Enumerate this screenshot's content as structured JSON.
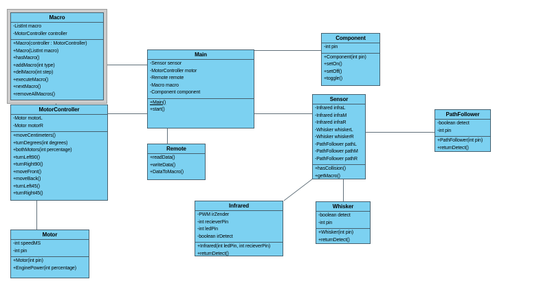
{
  "diagram_type": "uml-class-diagram",
  "colors": {
    "class_fill": "#7CD1F1",
    "class_border": "#46606E",
    "selection_frame_fill": "#CDCDCD",
    "connector": "#61707A"
  },
  "classes": {
    "macro": {
      "title": "Macro",
      "fields": [
        "-ListInt macro",
        "-MotorController controller"
      ],
      "methods": [
        "+Macro(controller : MotorController)",
        "+Macro(ListInt macro)",
        "+hasMacro()",
        "+addMacro(int type)",
        "+delMacro(int step)",
        "+executeMacro()",
        "+nextMacro()",
        "+removeAllMacros()"
      ],
      "selected": true
    },
    "motorController": {
      "title": "MotorController",
      "fields": [
        "-Motor motorL",
        "-Motor motorR"
      ],
      "methods": [
        "+moveCentimeters()",
        "+turnDegrees(int degrees)",
        "+bothMotors(int percentage)",
        "+turnLeft90()",
        "+turnRight90()",
        "+moveFront()",
        "+moveBack()",
        "+turnLeft45()",
        "+turnRight45()"
      ]
    },
    "motor": {
      "title": "Motor",
      "fields": [
        "-int speedMS",
        "-int pin"
      ],
      "methods": [
        "+Motor(int pin)",
        "+EnginePower(int percentage)"
      ]
    },
    "main": {
      "title": "Main",
      "fields": [
        "-Sensor sensor",
        "-MotorController motor",
        "-Remote remote",
        "-Macro macro",
        "-Component component"
      ],
      "methods": [
        "+Main()",
        "+start()"
      ]
    },
    "remote": {
      "title": "Remote",
      "methods": [
        "+readData()",
        "+writeData()",
        "+DataToMacro()"
      ]
    },
    "component": {
      "title": "Component",
      "fields": [
        "-int pin"
      ],
      "methods": [
        "+Component(int pin)",
        "+setOn()",
        "+setOff()",
        "+toggle()"
      ]
    },
    "sensor": {
      "title": "Sensor",
      "fields": [
        "-Infrared infraL",
        "-Infrared infraM",
        "-Infrared infraR",
        "-Whisker whiskerL",
        "-Whisker whiskerR",
        "-PathFollower pathL",
        "-PathFollower pathM",
        "-PathFollower pathR"
      ],
      "methods": [
        "+hasCollision()",
        "+getMacro()"
      ]
    },
    "pathFollower": {
      "title": "PathFollower",
      "fields": [
        "-boolean detect",
        "-int pin"
      ],
      "methods": [
        "+PathFollower(int pin)",
        "+returnDetect()"
      ]
    },
    "infrared": {
      "title": "Infrared",
      "fields": [
        "-PWM irZender",
        "-int recieverPin",
        "-int ledPin",
        "-boolean irDetect"
      ],
      "methods": [
        "+Infrared(int ledPin, int recieverPin)",
        "+returnDetect()"
      ]
    },
    "whisker": {
      "title": "Whisker",
      "fields": [
        "-boolean detect",
        "-int pin"
      ],
      "methods": [
        "+Whisker(int pin)",
        "+returnDetect()"
      ]
    }
  }
}
